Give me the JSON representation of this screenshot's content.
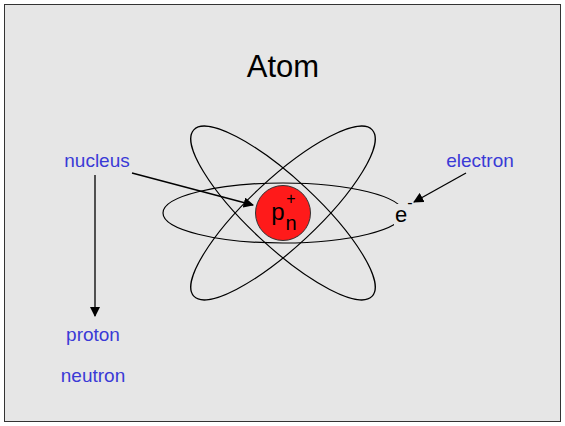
{
  "diagram": {
    "title": "Atom",
    "nodes": [
      {
        "text": [
          "p",
          "+",
          "n"
        ]
      }
    ],
    "labels": [
      "nucleus",
      "electron",
      "e",
      "-",
      "proton",
      "neutron"
    ]
  }
}
